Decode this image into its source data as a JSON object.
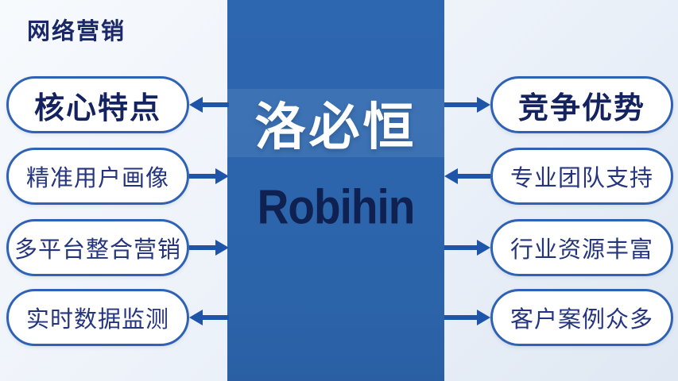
{
  "header": {
    "title": "网络营销"
  },
  "center": {
    "brand_cn": "洛必恒",
    "brand_en": "Robihin"
  },
  "left_column": {
    "items": [
      {
        "label": "核心特点",
        "emphasis": true,
        "arrow_direction": "toward-pill"
      },
      {
        "label": "精准用户画像",
        "emphasis": false,
        "arrow_direction": "toward-center"
      },
      {
        "label": "多平台整合营销",
        "emphasis": false,
        "arrow_direction": "toward-center"
      },
      {
        "label": "实时数据监测",
        "emphasis": false,
        "arrow_direction": "toward-pill"
      }
    ]
  },
  "right_column": {
    "items": [
      {
        "label": "竞争优势",
        "emphasis": true,
        "arrow_direction": "toward-pill"
      },
      {
        "label": "专业团队支持",
        "emphasis": false,
        "arrow_direction": "toward-center"
      },
      {
        "label": "行业资源丰富",
        "emphasis": false,
        "arrow_direction": "toward-pill"
      },
      {
        "label": "客户案例众多",
        "emphasis": false,
        "arrow_direction": "toward-pill"
      }
    ]
  },
  "colors": {
    "accent": "#1e55a8",
    "pill-border": "#2f62b4",
    "pill-text": "#24357d",
    "emph-text": "#14235f",
    "column": "#2d67b0",
    "logo-navy": "#0f2150",
    "header-text": "#1a2768"
  }
}
